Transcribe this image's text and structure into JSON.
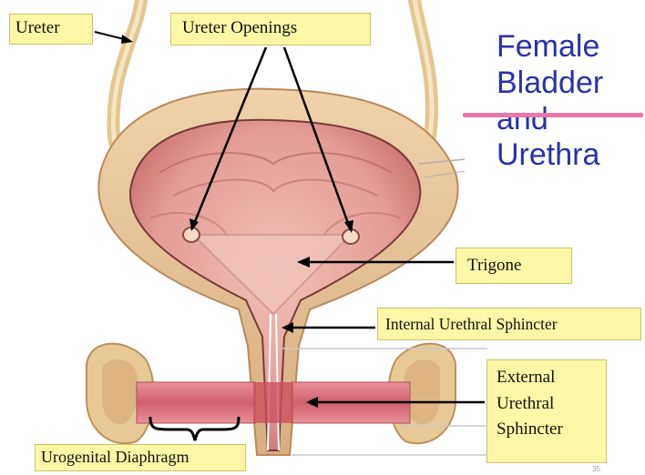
{
  "title": {
    "line1": "Female",
    "line2": "Bladder",
    "line3": "and",
    "line4": "Urethra"
  },
  "labels": {
    "ureter": "Ureter",
    "ureter_openings": "Ureter Openings",
    "trigone": "Trigone",
    "internal_urethral_sphincter": "Internal Urethral Sphincter",
    "external_line1": "External",
    "external_line2": "Urethral",
    "external_line3": "Sphincter",
    "urogenital_diaphragm": "Urogenital Diaphragm"
  },
  "page_number": "35",
  "colors": {
    "label_bg": "#fbf7a6",
    "title_text": "#2832a8",
    "title_rule": "#e878a8",
    "bladder_wall": "#e8c9a0",
    "bladder_lining": "#e9a1a0",
    "muscle": "#d8707a"
  }
}
